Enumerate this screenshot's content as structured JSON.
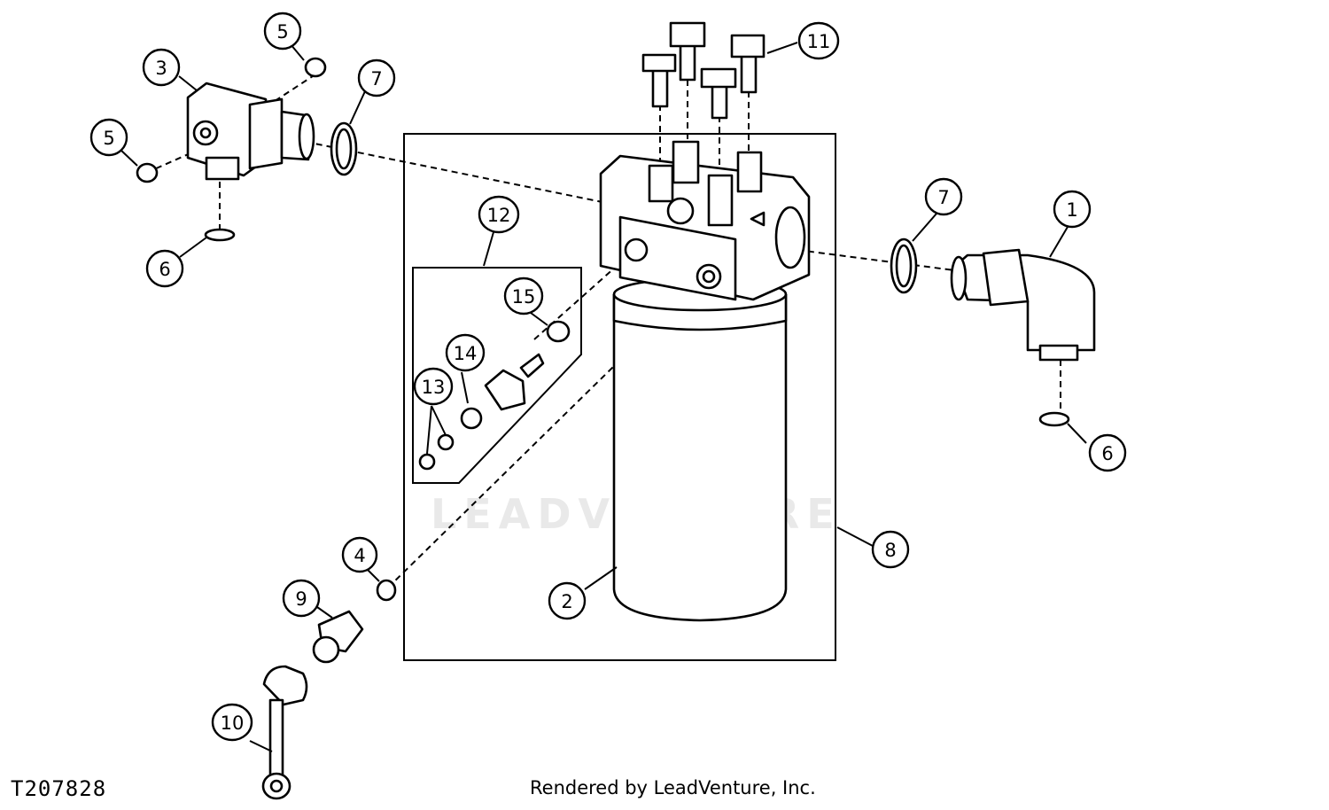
{
  "figure_id": "T207828",
  "credit": "Rendered by LeadVenture, Inc.",
  "watermark": "LEADVENTURE",
  "callouts": [
    {
      "key": "c1",
      "label": "1"
    },
    {
      "key": "c2",
      "label": "2"
    },
    {
      "key": "c3",
      "label": "3"
    },
    {
      "key": "c4",
      "label": "4"
    },
    {
      "key": "c5a",
      "label": "5"
    },
    {
      "key": "c5b",
      "label": "5"
    },
    {
      "key": "c6a",
      "label": "6"
    },
    {
      "key": "c6b",
      "label": "6"
    },
    {
      "key": "c7a",
      "label": "7"
    },
    {
      "key": "c7b",
      "label": "7"
    },
    {
      "key": "c8",
      "label": "8"
    },
    {
      "key": "c9",
      "label": "9"
    },
    {
      "key": "c10",
      "label": "10"
    },
    {
      "key": "c11",
      "label": "11"
    },
    {
      "key": "c12",
      "label": "12"
    },
    {
      "key": "c13",
      "label": "13"
    },
    {
      "key": "c14",
      "label": "14"
    },
    {
      "key": "c15",
      "label": "15"
    }
  ],
  "icons": [
    "oil-filter-canister-icon",
    "filter-head-icon",
    "elbow-fitting-icon",
    "o-ring-icon",
    "cap-screw-icon",
    "plug-icon",
    "dust-cap-icon",
    "switch-icon"
  ]
}
